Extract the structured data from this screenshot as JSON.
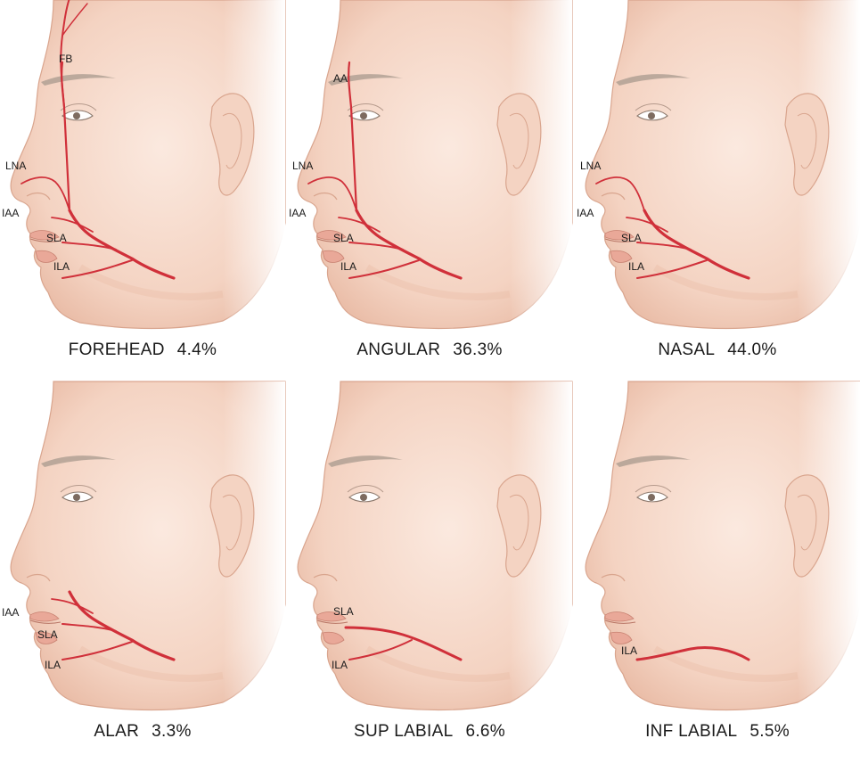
{
  "panels": [
    {
      "name": "FOREHEAD",
      "percent": "4.4%",
      "variant": "forehead",
      "labels": [
        "FB",
        "LNA",
        "IAA",
        "SLA",
        "ILA"
      ]
    },
    {
      "name": "ANGULAR",
      "percent": "36.3%",
      "variant": "angular",
      "labels": [
        "AA",
        "LNA",
        "IAA",
        "SLA",
        "ILA"
      ]
    },
    {
      "name": "NASAL",
      "percent": "44.0%",
      "variant": "nasal",
      "labels": [
        "LNA",
        "IAA",
        "SLA",
        "ILA"
      ]
    },
    {
      "name": "ALAR",
      "percent": "3.3%",
      "variant": "alar",
      "labels": [
        "IAA",
        "SLA",
        "ILA"
      ]
    },
    {
      "name": "SUP LABIAL",
      "percent": "6.6%",
      "variant": "suplabial",
      "labels": [
        "SLA",
        "ILA"
      ]
    },
    {
      "name": "INF LABIAL",
      "percent": "5.5%",
      "variant": "inflabial",
      "labels": [
        "ILA"
      ]
    }
  ],
  "colors": {
    "skin_light": "#fbe9df",
    "skin_mid": "#f4d3c2",
    "skin_shadow": "#e8b9a3",
    "outline": "#d9a58e",
    "artery": "#d0303a",
    "lips": "#e9a898",
    "brow": "#a89a8e"
  }
}
